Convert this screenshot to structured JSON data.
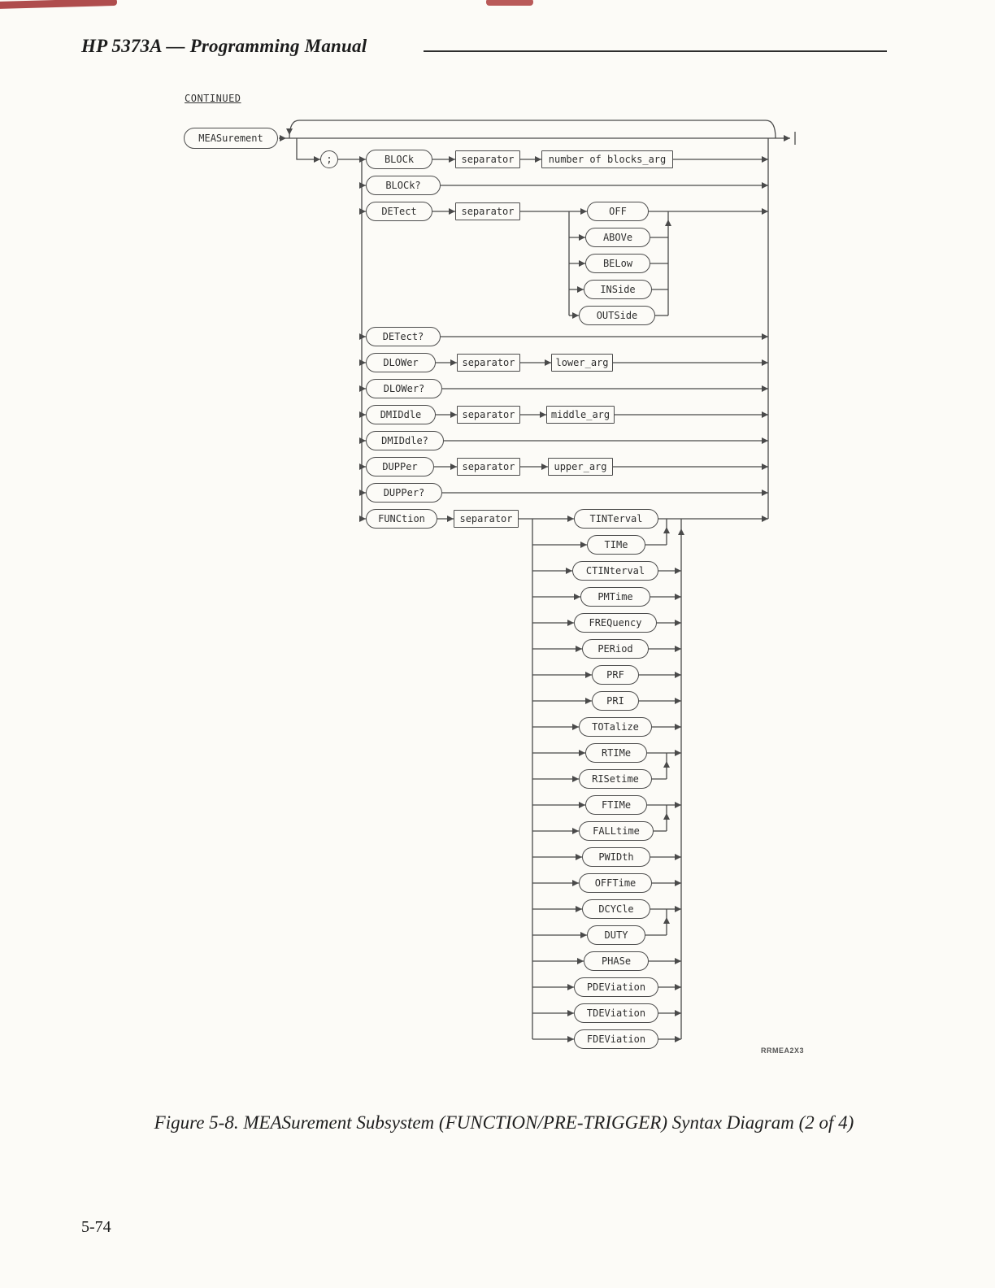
{
  "page": {
    "header_title": "HP 5373A — Programming Manual",
    "continued_label": "CONTINUED",
    "caption": "Figure 5-8. MEASurement Subsystem (FUNCTION/PRE-TRIGGER) Syntax Diagram (2 of 4)",
    "page_number": "5-74",
    "plot_id": "RRMEA2X3"
  },
  "colors": {
    "ink": "#4a4a4a",
    "scan_artifact_red": "#9b2222"
  },
  "diagram": {
    "root": "MEASurement",
    "loop_separator": ";",
    "branches": [
      {
        "keyword": "BLOCk",
        "separator": "separator",
        "arg": "number of blocks_arg"
      },
      {
        "keyword": "BLOCk?"
      },
      {
        "keyword": "DETect",
        "separator": "separator",
        "options": [
          "OFF",
          "ABOVe",
          "BELow",
          "INSide",
          "OUTSide"
        ]
      },
      {
        "keyword": "DETect?"
      },
      {
        "keyword": "DLOWer",
        "separator": "separator",
        "arg": "lower_arg"
      },
      {
        "keyword": "DLOWer?"
      },
      {
        "keyword": "DMIDdle",
        "separator": "separator",
        "arg": "middle_arg"
      },
      {
        "keyword": "DMIDdle?"
      },
      {
        "keyword": "DUPPer",
        "separator": "separator",
        "arg": "upper_arg"
      },
      {
        "keyword": "DUPPer?"
      },
      {
        "keyword": "FUNCtion",
        "separator": "separator",
        "options": [
          "TINTerval",
          "TIMe",
          "CTINterval",
          "PMTime",
          "FREQuency",
          "PERiod",
          "PRF",
          "PRI",
          "TOTalize",
          "RTIMe",
          "RISetime",
          "FTIMe",
          "FALLtime",
          "PWIDth",
          "OFFTime",
          "DCYCle",
          "DUTY",
          "PHASe",
          "PDEViation",
          "TDEViation",
          "FDEViation"
        ]
      }
    ]
  }
}
